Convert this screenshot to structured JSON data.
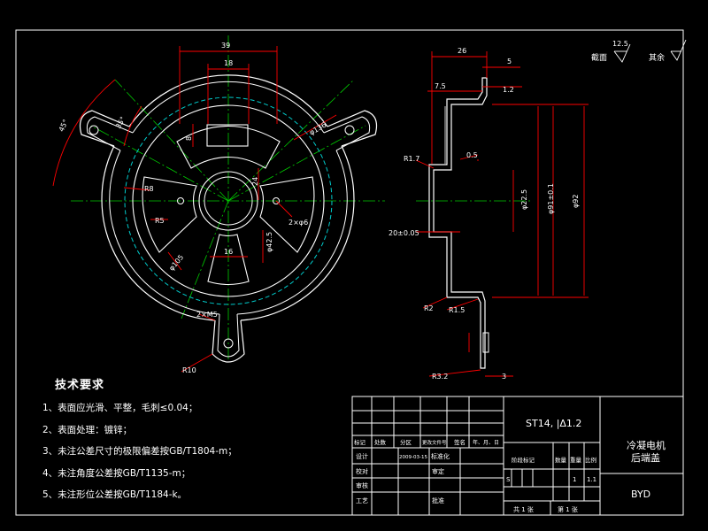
{
  "front_view": {
    "dims": {
      "w39": "39",
      "w18": "18",
      "v8": "8",
      "v24": "24",
      "h16": "16",
      "d42_5": "φ42.5",
      "r45": "45°",
      "r35": "35°",
      "phi136": "φ136",
      "phi105": "φ105",
      "r8": "R8",
      "r5": "R5",
      "holes2x6": "2×φ6",
      "holes2xm5": "2×M5",
      "r10": "R10"
    }
  },
  "side_view": {
    "dims": {
      "w26": "26",
      "w5": "5",
      "w7_5": "7.5",
      "t1_2": "1.2",
      "r1_7": "R1.7",
      "g0_5": "0.5",
      "d20": "20±0.05",
      "phi22": "φ22.5",
      "phi91": "φ91±0.1",
      "phi92": "φ92",
      "r2": "R2",
      "r1_5": "R1.5",
      "rr3_2": "R3.2",
      "w3": "3",
      "sm": "12.5"
    }
  },
  "roughness": {
    "value": "12.5",
    "surface_label": "截面",
    "rest_label": "其余"
  },
  "tech_requirements": {
    "title": "技术要求",
    "items": [
      "1、表面应光滑、平整，毛刺≤0.04；",
      "2、表面处理：镀锌；",
      "3、未注公差尺寸的极限偏差按GB/T1804-m；",
      "4、未注角度公差按GB/T1135-m；",
      "5、未注形位公差按GB/T1184-k。"
    ]
  },
  "title_block": {
    "material": "ST14, |Δ1.2",
    "part_name_line1": "冷凝电机",
    "part_name_line2": "后端盖",
    "company": "BYD",
    "row_headers": [
      "标记",
      "处数",
      "分区",
      "更改文件号",
      "签名",
      "年、月、日"
    ],
    "labels": {
      "design": "设计",
      "standard": "标准化",
      "check": "校对",
      "review": "审核",
      "process": "工艺",
      "approve": "批准",
      "audit": "审定",
      "stage_mark": "阶段标记",
      "qty": "数量",
      "weight": "重量",
      "scale": "比例"
    },
    "values": {
      "date": "2009-03-15",
      "stage": "S",
      "qty": "1",
      "scale": "1.1",
      "sheets": "共 1 张",
      "sheet_no": "第 1 张"
    }
  }
}
